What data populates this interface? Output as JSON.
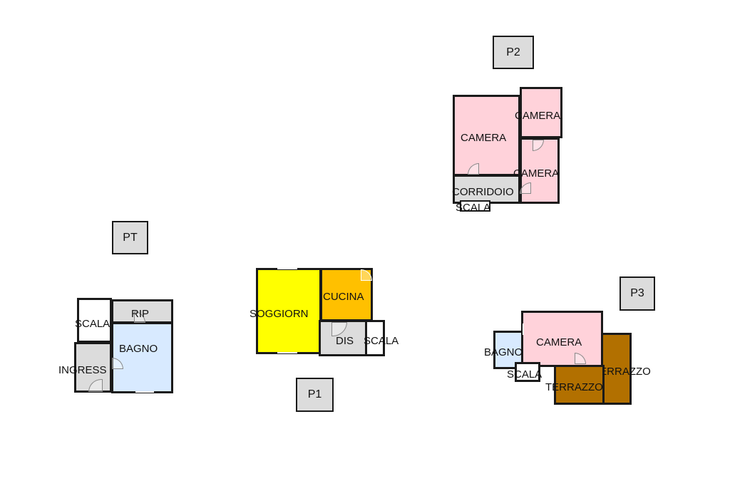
{
  "colors": {
    "camera": "#ffd2da",
    "service": "#dcdcdc",
    "bagno": "#d8eaff",
    "soggiorno": "#ffff00",
    "cucina": "#ffc000",
    "terrazzo": "#b27000",
    "scala": "#ffffff",
    "wall": "#1a1a1a"
  },
  "floors": {
    "pt": {
      "tag": "PT",
      "scala": "SCALA",
      "rip": "RIP",
      "bagno": "BAGNO",
      "ingresso": "INGRESS"
    },
    "p1": {
      "tag": "P1",
      "soggiorno": "SOGGIORN",
      "cucina": "CUCINA",
      "dis": "DIS",
      "scala": "SCALA"
    },
    "p2": {
      "tag": "P2",
      "camera_large": "CAMERA",
      "camera_top": "CAMERA",
      "camera_mid": "CAMERA",
      "corridoio": "CORRIDOIO",
      "scala": "SCALA"
    },
    "p3": {
      "tag": "P3",
      "bagno": "BAGNO",
      "camera": "CAMERA",
      "scala": "SCALA",
      "terrazzo_front": "TERRAZZO",
      "terrazzo_side": "TERRAZZO"
    }
  }
}
